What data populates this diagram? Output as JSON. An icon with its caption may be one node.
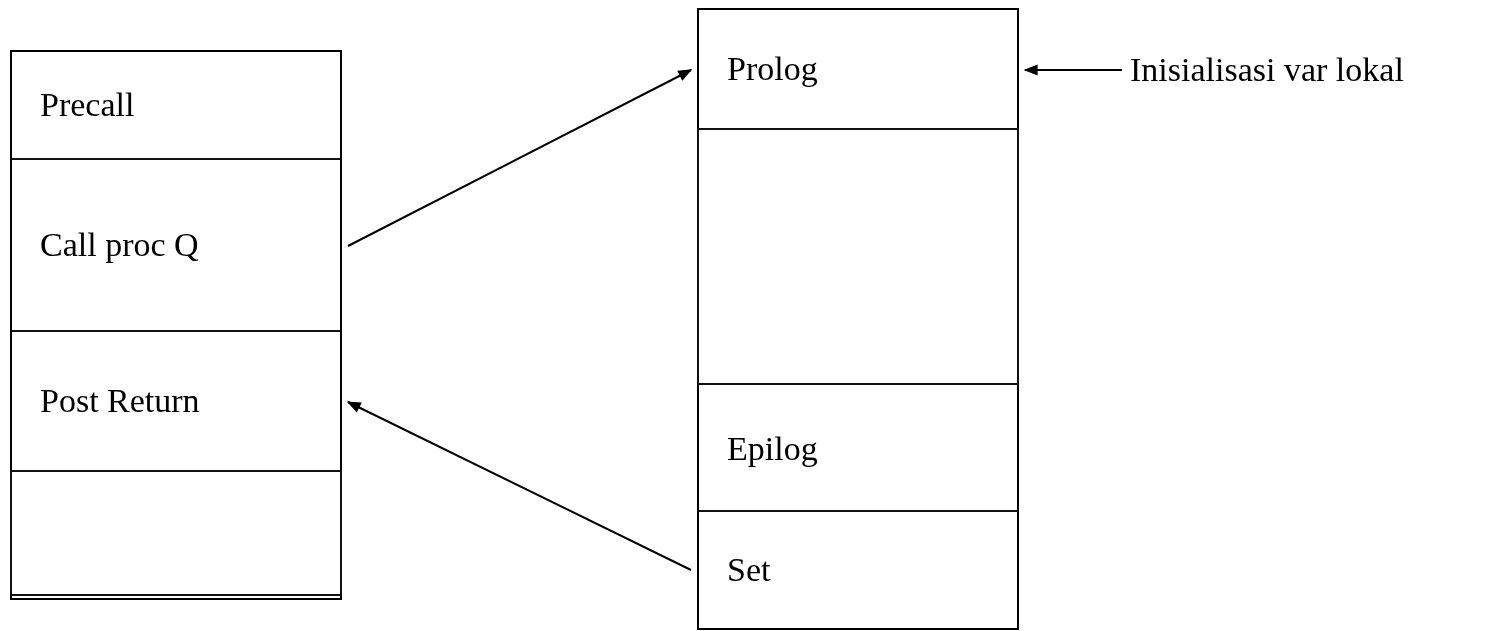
{
  "diagram": {
    "nodes": [
      {
        "text": [],
        "shape": "box"
      },
      {
        "text": [
          "Precall"
        ],
        "in": 0
      },
      {
        "text": [
          "Call proc Q"
        ],
        "in": 0
      },
      {
        "text": [
          "Post Return"
        ],
        "in": 0
      },
      {
        "text": [],
        "shape": "box",
        "in": 0
      },
      {
        "text": [],
        "shape": "box"
      },
      {
        "text": [
          "Prolog"
        ],
        "in": 5
      },
      {
        "text": [],
        "shape": "box",
        "in": 5
      },
      {
        "text": [
          "Epilog"
        ],
        "in": 5
      },
      {
        "text": [
          "Set"
        ],
        "in": 5
      },
      {
        "text": [
          "Inisialisasi var lokal"
        ]
      }
    ],
    "edges": [
      {
        "from": 2,
        "to": 6,
        "arrow": "to"
      },
      {
        "from": 9,
        "to": 3,
        "arrow": "to"
      },
      {
        "from": 10,
        "to": 6,
        "arrow": "to"
      }
    ]
  }
}
